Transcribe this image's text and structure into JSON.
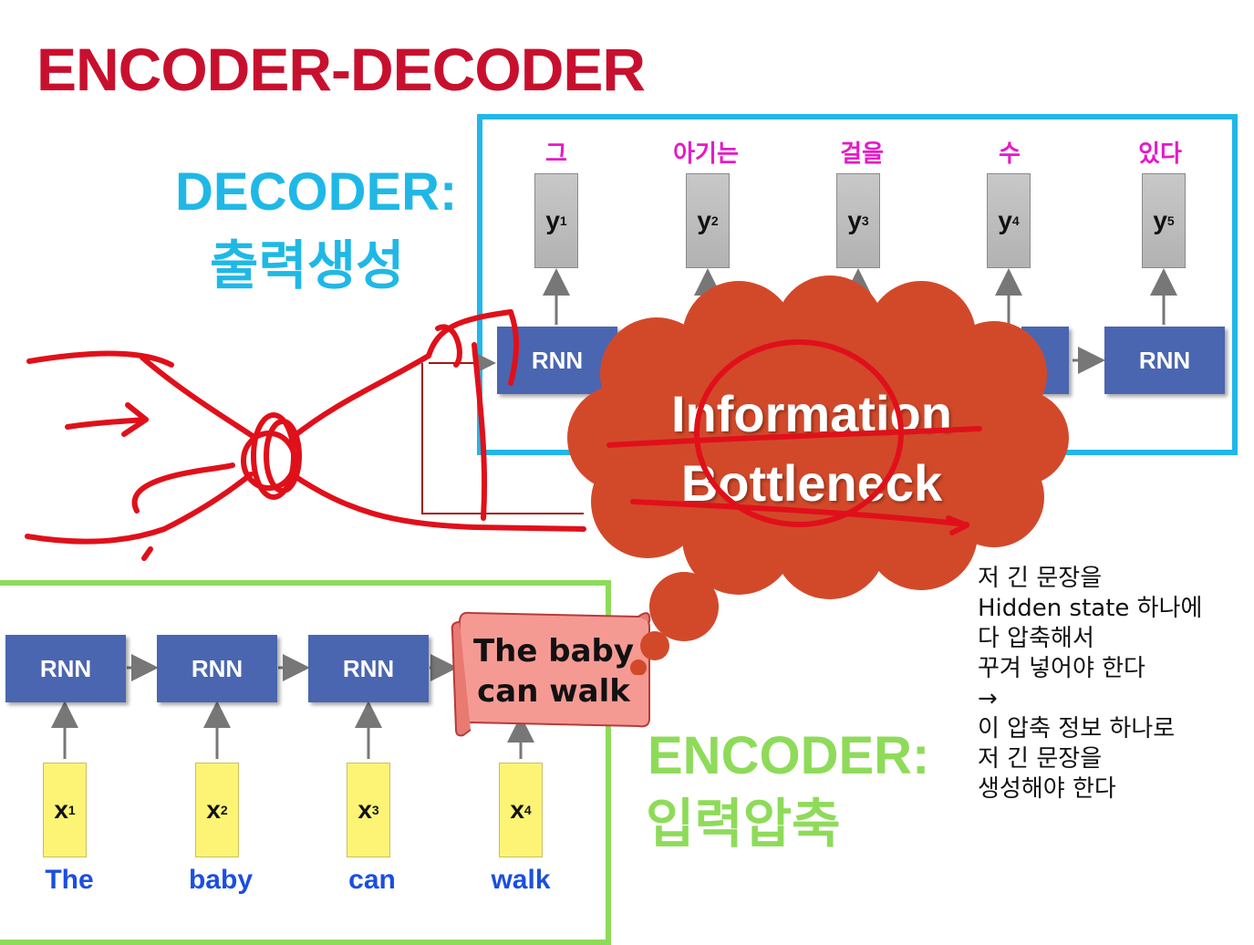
{
  "title": "ENCODER-DECODER",
  "decoder": {
    "label": "DECODER:",
    "sub": "출력생성",
    "rnn_label": "RNN",
    "outputs": [
      {
        "word": "그",
        "y": "y",
        "idx": "1"
      },
      {
        "word": "아기는",
        "y": "y",
        "idx": "2"
      },
      {
        "word": "걸을",
        "y": "y",
        "idx": "3"
      },
      {
        "word": "수",
        "y": "y",
        "idx": "4"
      },
      {
        "word": "있다",
        "y": "y",
        "idx": "5"
      }
    ]
  },
  "encoder": {
    "label": "ENCODER:",
    "sub": "입력압축",
    "rnn_label": "RNN",
    "inputs": [
      {
        "word": "The",
        "x": "x",
        "idx": "1"
      },
      {
        "word": "baby",
        "x": "x",
        "idx": "2"
      },
      {
        "word": "can",
        "x": "x",
        "idx": "3"
      },
      {
        "word": "walk",
        "x": "x",
        "idx": "4"
      }
    ]
  },
  "scroll": {
    "line1": "The baby",
    "line2": "can walk"
  },
  "cloud": {
    "line1": "Information",
    "line2": "Bottleneck"
  },
  "note": {
    "lines": [
      "저 긴 문장을",
      "Hidden state 하나에",
      "다 압축해서",
      "꾸겨 넣어야 한다",
      "→",
      "이 압축 정보 하나로",
      "저 긴 문장을",
      "생성해야 한다"
    ]
  },
  "colors": {
    "title": "#c8102e",
    "decoder": "#1fb8e6",
    "encoder": "#8edb5a",
    "rnn": "#4a66b0",
    "cloud": "#d2492a",
    "annotation": "#e0101a",
    "output_word": "#e619c8",
    "input_word": "#1a4fe0"
  }
}
